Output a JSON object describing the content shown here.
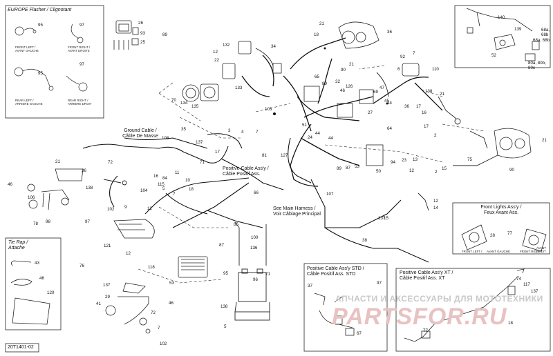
{
  "diagram_code": "20T1401-02",
  "boxes": {
    "europe_flasher": {
      "title": "EUROPE Flasher / Clignotant",
      "front_left": [
        "FRONT LEFT /",
        "AVANT GAUCHE"
      ],
      "front_right": [
        "FRONT RIGHT /",
        "AVANT DROITE"
      ],
      "rear_left": [
        "REAR LEFT /",
        "ARRIERE GAUCHE"
      ],
      "rear_right": [
        "REAR RIGHT /",
        "ARRIERE DROIT"
      ]
    },
    "tie_rap": {
      "title_1": "Tie Rap /",
      "title_2": "Attache"
    },
    "front_lights": {
      "title_1": "Front Lights Ass'y /",
      "title_2": "Feux Avant Ass.",
      "left": [
        "FRONT LEFT /",
        "AVANT GAUCHE"
      ],
      "right": [
        "FRONT RIGHT /",
        "AVANT DROIT"
      ]
    },
    "positive_std": {
      "title_1": "Positive Cable Ass'y STD /",
      "title_2": "Câble Positif Ass. STD"
    },
    "positive_xt": {
      "title_1": "Positive Cable Ass'y XT /",
      "title_2": "Câble Positif Ass. XT"
    }
  },
  "annotations": {
    "ground_cable_1": "Ground Cable /",
    "ground_cable_2": "Câble De Masse",
    "positive_cable_1": "Positive Cable Ass'y /",
    "positive_cable_2": "Câble Positif Ass.",
    "main_harness_1": "See Main Harness /",
    "main_harness_2": "Voir Câblage Principal"
  },
  "watermark": {
    "line_1": "АПЧАСТИ И АКСЕССУАРЫ ДЛЯ МОТОТЕХНИКИ",
    "line_2": "PARTSFOR.RU"
  },
  "reference_numbers": [
    "95",
    "97",
    "89",
    "26",
    "93",
    "25",
    "97",
    "95",
    "21",
    "18",
    "36",
    "140",
    "139",
    "68a, 68b",
    "52",
    "68a, 68b",
    "80a, 80b, 80c",
    "132",
    "12",
    "22",
    "34",
    "133",
    "21",
    "90",
    "92",
    "7",
    "6",
    "110",
    "21",
    "36",
    "70",
    "134",
    "135",
    "65",
    "89",
    "46",
    "32",
    "126",
    "69",
    "47",
    "45",
    "44",
    "27",
    "17",
    "16",
    "138",
    "35",
    "103",
    "51",
    "44",
    "24",
    "64",
    "44",
    "17",
    "2",
    "108",
    "137",
    "7",
    "3",
    "4",
    "17",
    "81",
    "127",
    "89",
    "87",
    "53",
    "50",
    "94",
    "23",
    "13",
    "12",
    "2",
    "15",
    "75",
    "90",
    "21",
    "21",
    "36",
    "46",
    "106",
    "138",
    "102",
    "97",
    "78",
    "98",
    "72",
    "71",
    "16",
    "84",
    "115",
    "11",
    "5",
    "10",
    "7",
    "18",
    "104",
    "12",
    "9",
    "107",
    "12",
    "14",
    "15",
    "28",
    "77",
    "76",
    "121",
    "12",
    "85",
    "87",
    "100",
    "136",
    "66",
    "38",
    "137",
    "43",
    "46",
    "120",
    "118",
    "137",
    "53",
    "29",
    "41",
    "46",
    "72",
    "7",
    "102",
    "95",
    "71",
    "96",
    "138",
    "5",
    "97",
    "37",
    "67",
    "74",
    "117",
    "137",
    "18",
    "77",
    "76",
    "10",
    "137",
    "18"
  ]
}
